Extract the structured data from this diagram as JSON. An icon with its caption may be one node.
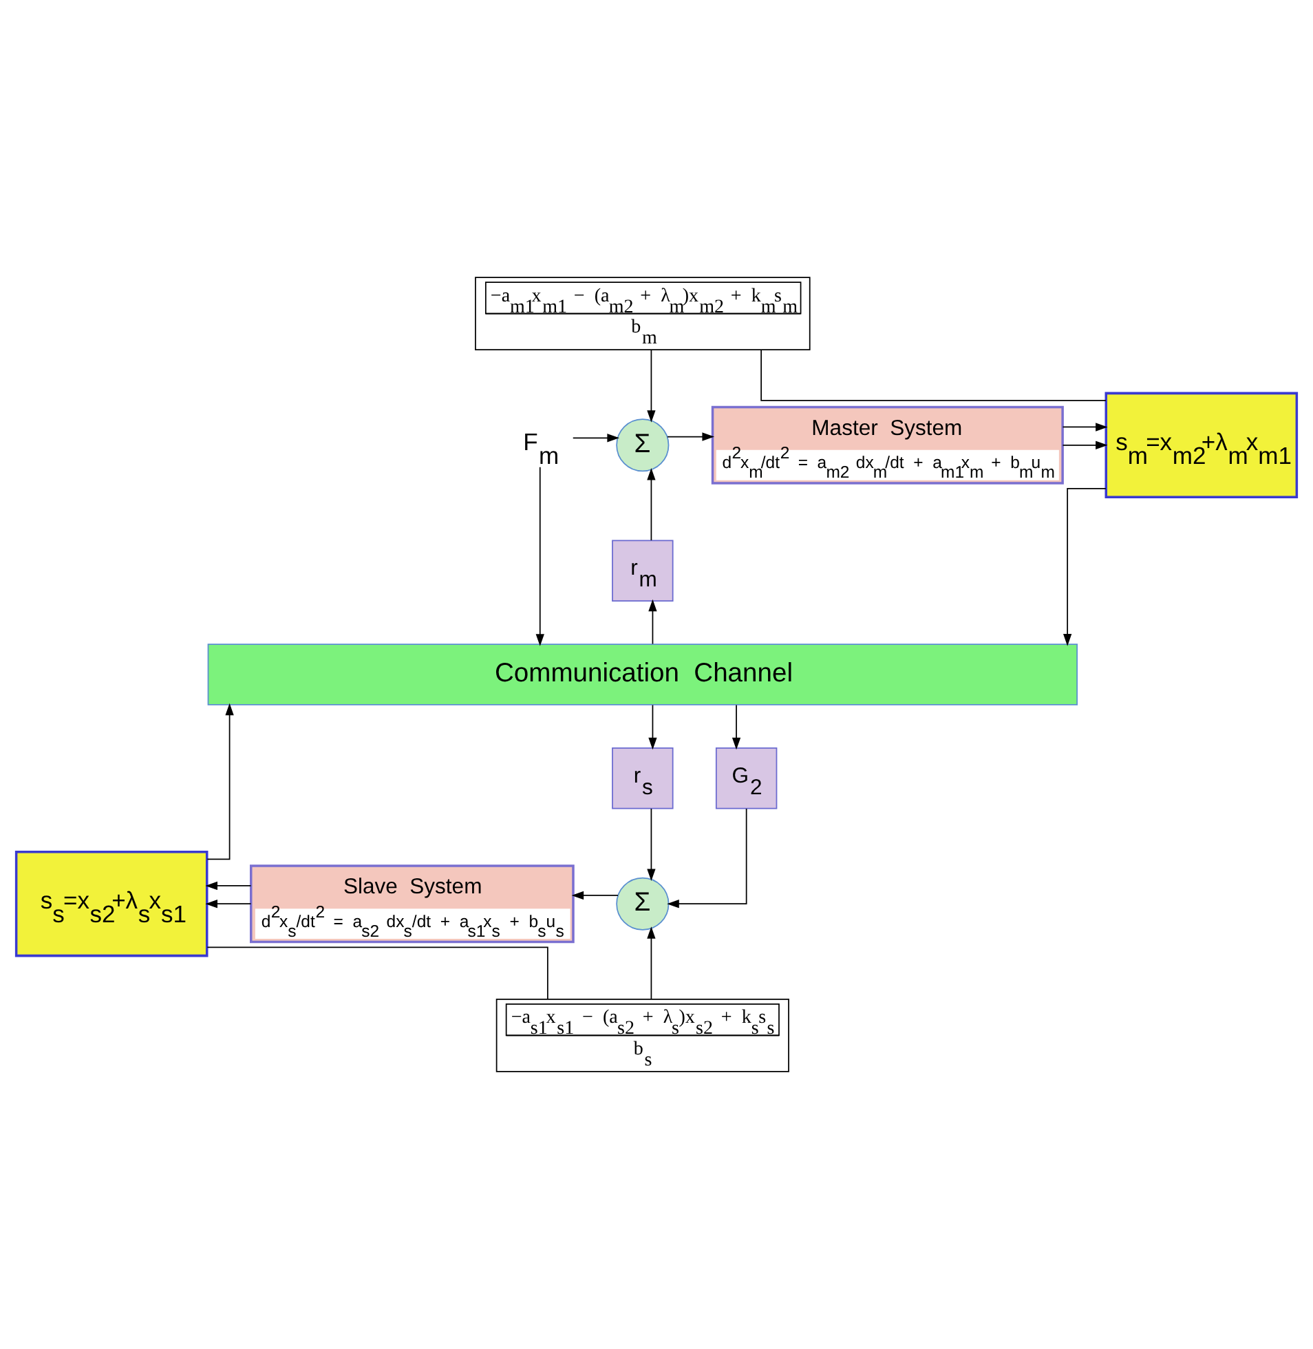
{
  "diagram": {
    "nodes": [
      {
        "text": [
          "F$_{m}$"
        ]
      },
      {
        "text": [
          "−a$_{m1}$x$_{m1}$ − (a$_{m2}$ + λ$_{m}$)x$_{m2}$ + k$_{m}$s$_{m}$",
          "b$_{m}$"
        ]
      },
      {
        "text": [
          "Σ"
        ]
      },
      {
        "text": [
          "Master System",
          "d$^{2}$x$_{m}$/dt$^{2}$ = a$_{m2}$ dx$_{m}$/dt + a$_{m1}$x$_{m}$ + b$_{m}$u$_{m}$"
        ]
      },
      {
        "text": [
          "s$_{m}$=x$_{m2}$+λ$_{m}$x$_{m1}$"
        ]
      },
      {
        "text": [
          "r$_{m}$"
        ]
      },
      {
        "text": [
          "Communication Channel"
        ]
      },
      {
        "text": [
          "r$_{s}$"
        ]
      },
      {
        "text": [
          "G$_{2}$"
        ]
      },
      {
        "text": [
          "Σ"
        ]
      },
      {
        "text": [
          "Slave System",
          "d$^{2}$x$_{s}$/dt$^{2}$ = a$_{s2}$ dx$_{s}$/dt + a$_{s1}$x$_{s}$ + b$_{s}$u$_{s}$"
        ]
      },
      {
        "text": [
          "s$_{s}$=x$_{s2}$+λ$_{s}$x$_{s1}$"
        ]
      },
      {
        "text": [
          "−a$_{s1}$x$_{s1}$ − (a$_{s2}$ + λ$_{s}$)x$_{s2}$ + k$_{s}$s$_{s}$",
          "b$_{s}$"
        ]
      }
    ],
    "edges": [
      {
        "from": 0,
        "to": 2,
        "arrow": "to"
      },
      {
        "from": 0,
        "to": 6,
        "arrow": "to"
      },
      {
        "from": 4,
        "to": 1,
        "arrow": "none"
      },
      {
        "from": 1,
        "to": 2,
        "arrow": "to"
      },
      {
        "from": 2,
        "to": 3,
        "arrow": "to"
      },
      {
        "from": 3,
        "to": 4,
        "arrow": "to"
      },
      {
        "from": 3,
        "to": 4,
        "arrow": "to"
      },
      {
        "from": 4,
        "to": 6,
        "arrow": "to"
      },
      {
        "from": 5,
        "to": 2,
        "arrow": "to"
      },
      {
        "from": 6,
        "to": 5,
        "arrow": "to"
      },
      {
        "from": 6,
        "to": 7,
        "arrow": "to"
      },
      {
        "from": 6,
        "to": 8,
        "arrow": "to"
      },
      {
        "from": 7,
        "to": 9,
        "arrow": "to"
      },
      {
        "from": 8,
        "to": 9,
        "arrow": "to"
      },
      {
        "from": 9,
        "to": 10,
        "arrow": "to"
      },
      {
        "from": 10,
        "to": 11,
        "arrow": "to"
      },
      {
        "from": 10,
        "to": 11,
        "arrow": "to"
      },
      {
        "from": 11,
        "to": 6,
        "arrow": "to"
      },
      {
        "from": 11,
        "to": 12,
        "arrow": "none"
      },
      {
        "from": 12,
        "to": 9,
        "arrow": "to"
      }
    ]
  }
}
